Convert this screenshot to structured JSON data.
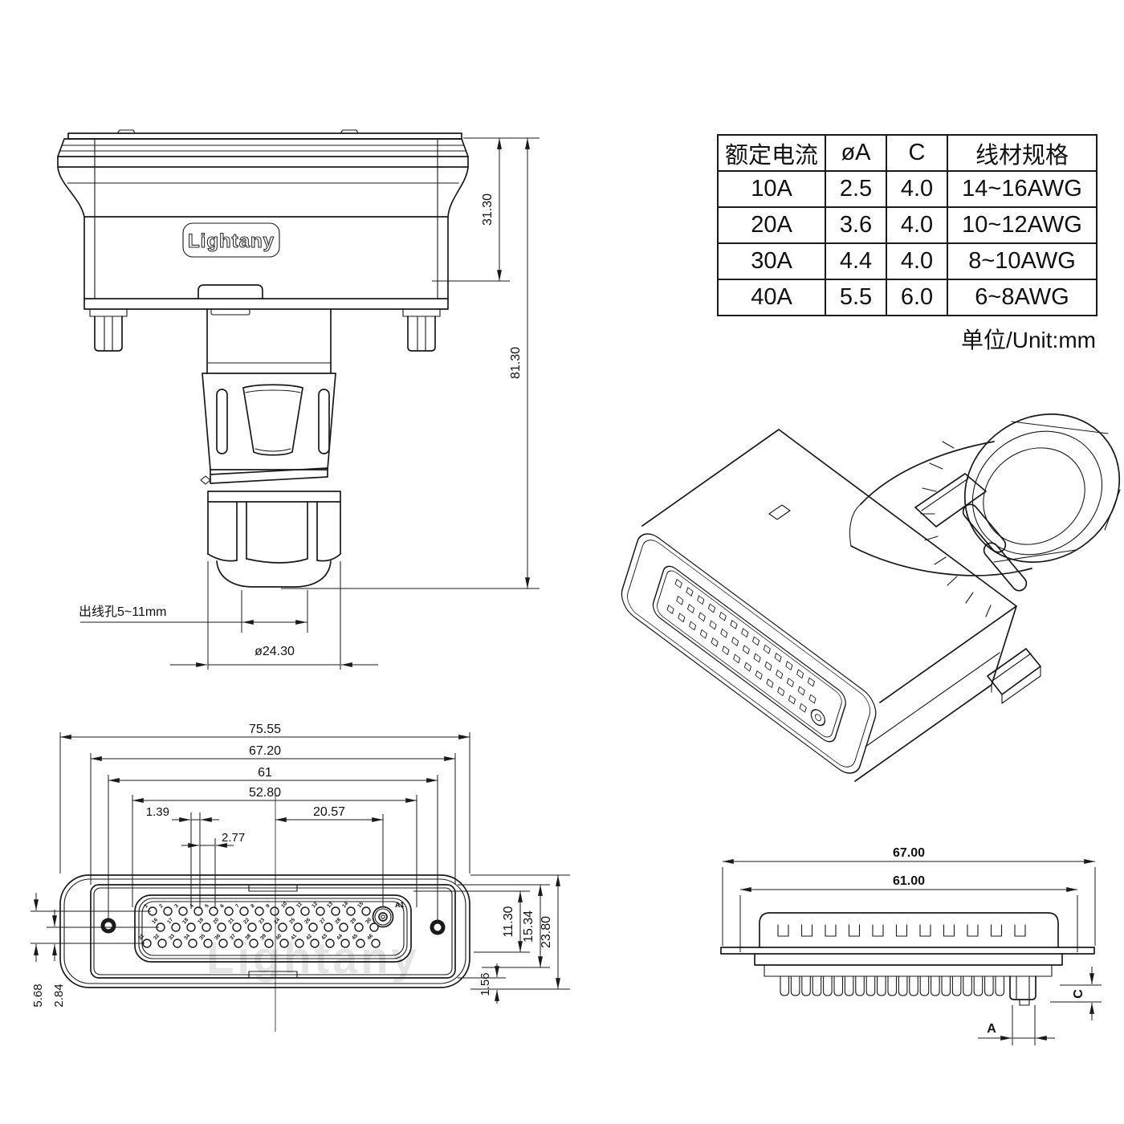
{
  "brand": {
    "logo": "Lightany",
    "watermark": "Lightany"
  },
  "spec_table": {
    "headers": [
      "额定电流",
      "øA",
      "C",
      "线材规格"
    ],
    "rows": [
      [
        "10A",
        "2.5",
        "4.0",
        "14~16AWG"
      ],
      [
        "20A",
        "3.6",
        "4.0",
        "10~12AWG"
      ],
      [
        "30A",
        "4.4",
        "4.0",
        "8~10AWG"
      ],
      [
        "40A",
        "5.5",
        "6.0",
        "6~8AWG"
      ]
    ],
    "unit_note": "单位/Unit:mm"
  },
  "front_view": {
    "dim_upper": "31.30",
    "dim_total": "81.30",
    "cable_hole_label": "出线孔5~11mm",
    "gland_dia": "ø24.30"
  },
  "face_view": {
    "dim_shell_width": "75.55",
    "dim_flange_width": "67.20",
    "dim_hole_span": "61",
    "dim_insert_width": "52.80",
    "dim_stagger": "1.39",
    "dim_center_to_power": "20.57",
    "dim_pitch": "2.77",
    "dim_row_span": "5.68",
    "dim_row_pitch": "2.84",
    "dim_insert_height": "11.30",
    "dim_flange_height": "15.34",
    "dim_shell_height": "23.80",
    "dim_lip": "1.56",
    "power_label": "A1",
    "rows": [
      {
        "start": 1,
        "count": 15
      },
      {
        "start": 16,
        "count": 15
      },
      {
        "start": 31,
        "count": 16
      }
    ]
  },
  "top_view": {
    "dim_outer": "67.00",
    "dim_inner": "61.00",
    "dim_a": "A",
    "dim_c": "C",
    "slot_count": 11,
    "cup_count": 21
  }
}
